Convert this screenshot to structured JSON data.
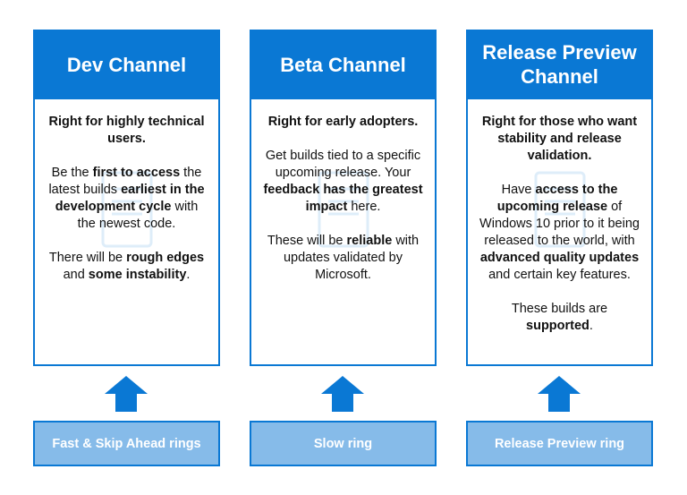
{
  "colors": {
    "accent": "#0a78d4",
    "ring_fill": "#86bbe9",
    "text": "#111111",
    "heading_text": "#ffffff"
  },
  "channels": [
    {
      "title": "Dev Channel",
      "paragraphs": [
        [
          {
            "t": "Right for highly technical users.",
            "b": true
          }
        ],
        [
          {
            "t": "Be the "
          },
          {
            "t": "first to access",
            "b": true
          },
          {
            "t": " the latest builds "
          },
          {
            "t": "earliest in the development cycle",
            "b": true
          },
          {
            "t": " with the newest code."
          }
        ],
        [
          {
            "t": "There will be "
          },
          {
            "t": "rough edges",
            "b": true
          },
          {
            "t": " and "
          },
          {
            "t": "some instability",
            "b": true
          },
          {
            "t": "."
          }
        ]
      ],
      "arrow_icon": "up-arrow-icon",
      "ring": "Fast & Skip Ahead rings"
    },
    {
      "title": "Beta Channel",
      "paragraphs": [
        [
          {
            "t": "Right for early adopters.",
            "b": true
          }
        ],
        [
          {
            "t": "Get builds tied to a specific upcoming release. Your "
          },
          {
            "t": "feedback has the greatest impact",
            "b": true
          },
          {
            "t": " here."
          }
        ],
        [
          {
            "t": "These will be "
          },
          {
            "t": "reliable",
            "b": true
          },
          {
            "t": " with updates validated by Microsoft."
          }
        ]
      ],
      "arrow_icon": "up-arrow-icon",
      "ring": "Slow ring"
    },
    {
      "title": "Release Preview Channel",
      "paragraphs": [
        [
          {
            "t": "Right for those who want stability and release validation.",
            "b": true
          }
        ],
        [
          {
            "t": "Have "
          },
          {
            "t": "access to the upcoming release",
            "b": true
          },
          {
            "t": " of Windows 10 prior to it being released to the world, with "
          },
          {
            "t": "advanced quality updates",
            "b": true
          },
          {
            "t": " and certain key features."
          }
        ],
        [
          {
            "t": "These builds are "
          },
          {
            "t": "supported",
            "b": true
          },
          {
            "t": "."
          }
        ]
      ],
      "arrow_icon": "up-arrow-icon",
      "ring": "Release Preview ring"
    }
  ]
}
